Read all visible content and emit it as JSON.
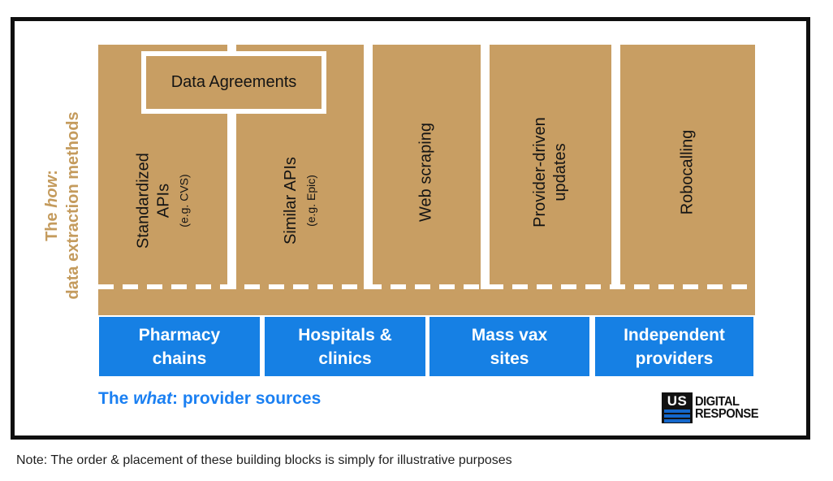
{
  "how_axis": {
    "prefix": "The ",
    "italic": "how",
    "suffix": ":",
    "line2": "data extraction methods"
  },
  "data_agreements": {
    "label": "Data Agreements"
  },
  "methods": [
    {
      "label": "Standardized\nAPIs",
      "sub": "(e.g. CVS)"
    },
    {
      "label": "Similar APIs",
      "sub": "(e.g. Epic)"
    },
    {
      "label": "Web scraping"
    },
    {
      "label": "Provider-driven\nupdates"
    },
    {
      "label": "Robocalling"
    }
  ],
  "sources": [
    {
      "label": "Pharmacy\nchains"
    },
    {
      "label": "Hospitals &\nclinics"
    },
    {
      "label": "Mass vax\nsites"
    },
    {
      "label": "Independent\nproviders"
    }
  ],
  "what_caption": {
    "prefix": "The ",
    "italic": "what",
    "suffix": ": provider sources"
  },
  "logo": {
    "mark": "US",
    "line1": "DIGITAL",
    "line2": "RESPONSE"
  },
  "note": "Note: The order & placement of these building blocks is simply for illustrative purposes",
  "colors": {
    "tan": "#c89e63",
    "source_blue": "#1680e4",
    "caption_blue": "#1b80f2",
    "logo_blue": "#1467cb",
    "frame_black": "#0f0f0f"
  }
}
